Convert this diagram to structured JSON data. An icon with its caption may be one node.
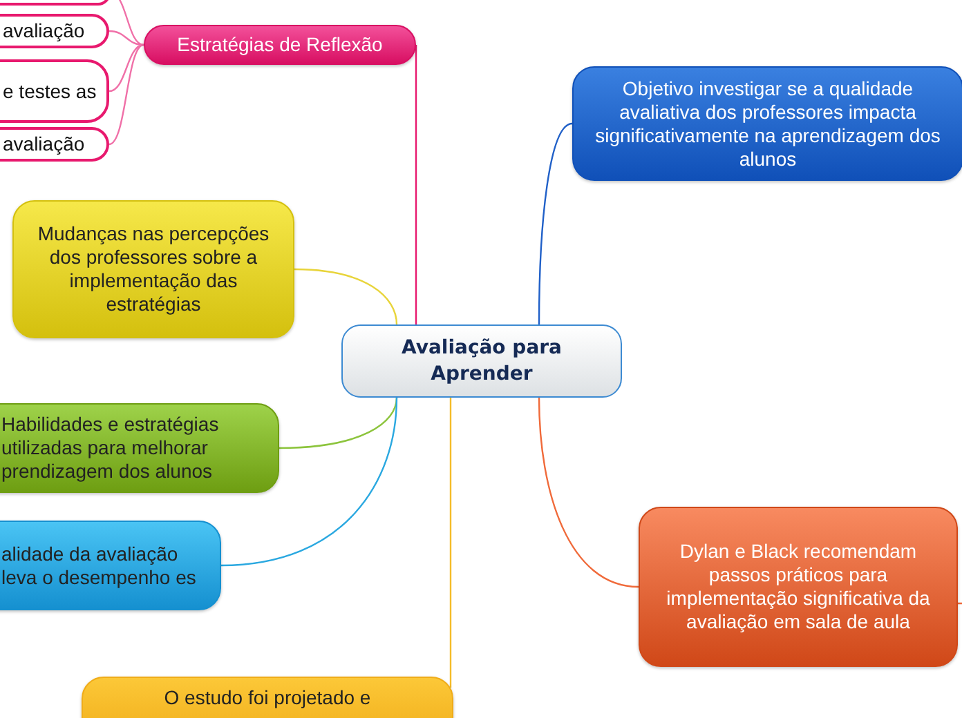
{
  "diagram": {
    "nodes": [
      {
        "text": [
          "Avaliação para Aprender"
        ]
      },
      {
        "text": [
          "Estratégias de Reflexão"
        ]
      },
      {
        "text": [],
        "shape": "box"
      },
      {
        "text": [
          "avaliação"
        ]
      },
      {
        "text": [
          "e testes as"
        ]
      },
      {
        "text": [
          "avaliação"
        ]
      },
      {
        "text": [
          "Mudanças nas percepções dos professores sobre a implementação das estratégias"
        ]
      },
      {
        "text": [
          "Habilidades e estratégias utilizadas para melhorar prendizagem dos alunos"
        ]
      },
      {
        "text": [
          "alidade da avaliação leva o desempenho es"
        ]
      },
      {
        "text": [
          "O estudo foi projetado e"
        ]
      },
      {
        "text": [
          "Objetivo investigar se a qualidade avaliativa dos professores impacta significativamente na aprendizagem dos alunos"
        ]
      },
      {
        "text": [
          "Dylan e Black recomendam passos práticos para implementação significativa da avaliação em sala de aula"
        ]
      }
    ],
    "edges": [
      {
        "from": 0,
        "to": 1,
        "arrow": "none",
        "color": "#e8196e"
      },
      {
        "from": 1,
        "to": 2,
        "arrow": "none",
        "color": "#f070a8"
      },
      {
        "from": 1,
        "to": 3,
        "arrow": "none",
        "color": "#f070a8"
      },
      {
        "from": 1,
        "to": 4,
        "arrow": "none",
        "color": "#f070a8"
      },
      {
        "from": 1,
        "to": 5,
        "arrow": "none",
        "color": "#f070a8"
      },
      {
        "from": 0,
        "to": 6,
        "arrow": "none",
        "color": "#e8d43a"
      },
      {
        "from": 0,
        "to": 7,
        "arrow": "none",
        "color": "#8cc43c"
      },
      {
        "from": 0,
        "to": 8,
        "arrow": "none",
        "color": "#2aa8e0"
      },
      {
        "from": 0,
        "to": 9,
        "arrow": "none",
        "color": "#f5bc2a"
      },
      {
        "from": 0,
        "to": 10,
        "arrow": "none",
        "color": "#2060c8"
      },
      {
        "from": 0,
        "to": 11,
        "arrow": "none",
        "color": "#f06a3a"
      },
      {
        "from": 11,
        "to": null,
        "arrow": "none",
        "color": "#f06a3a"
      }
    ]
  }
}
